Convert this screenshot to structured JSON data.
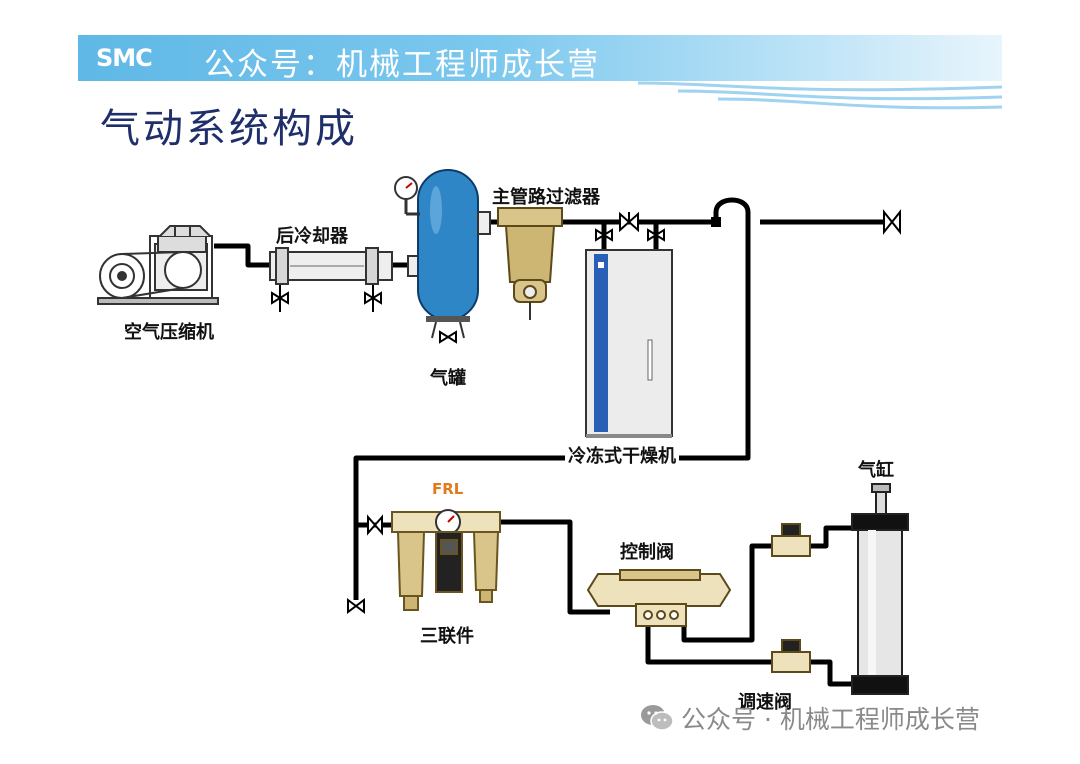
{
  "header": {
    "brand": "SMC",
    "title": "公众号：机械工程师成长营"
  },
  "page_title": "气动系统构成",
  "components": {
    "compressor": "空气压缩机",
    "aftercooler": "后冷却器",
    "air_tank": "气罐",
    "main_filter": "主管路过滤器",
    "refrigerated_dryer": "冷冻式干燥机",
    "frl_tag": "FRL",
    "frl_unit": "三联件",
    "control_valve": "控制阀",
    "speed_valve": "调速阀",
    "cylinder": "气缸"
  },
  "watermark": "公众号 · 机械工程师成长营",
  "colors": {
    "header_blue": "#5fb8e6",
    "title_navy": "#1f2f6b",
    "tank_blue": "#2f86c6",
    "pipe": "#000000",
    "filter_gold": "#d9c48a",
    "frl_orange": "#e07a1c"
  }
}
